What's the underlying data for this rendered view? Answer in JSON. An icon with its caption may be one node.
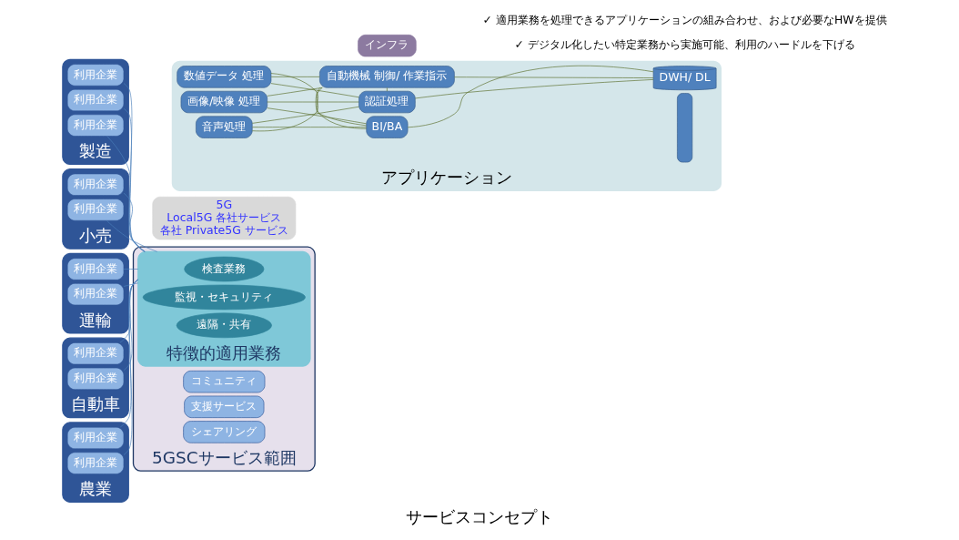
{
  "diagram": {
    "caption": "サービスコンセプト",
    "nodes": [
      {
        "text": [
          "製造"
        ]
      },
      {
        "text": [
          "利用企業"
        ],
        "in": 0
      },
      {
        "text": [
          "利用企業"
        ],
        "in": 0
      },
      {
        "text": [
          "利用企業"
        ],
        "in": 0
      },
      {
        "text": [
          "小売"
        ]
      },
      {
        "text": [
          "利用企業"
        ],
        "in": 4
      },
      {
        "text": [
          "利用企業"
        ],
        "in": 4
      },
      {
        "text": [
          "運輸"
        ]
      },
      {
        "text": [
          "利用企業"
        ],
        "in": 7
      },
      {
        "text": [
          "利用企業"
        ],
        "in": 7
      },
      {
        "text": [
          "自動車"
        ]
      },
      {
        "text": [
          "利用企業"
        ],
        "in": 10
      },
      {
        "text": [
          "利用企業"
        ],
        "in": 10
      },
      {
        "text": [
          "農業"
        ]
      },
      {
        "text": [
          "利用企業"
        ],
        "in": 13
      },
      {
        "text": [
          "利用企業"
        ],
        "in": 13
      },
      {
        "text": [
          "5GSCサービス範囲"
        ]
      },
      {
        "text": [
          "コミュニティ"
        ],
        "in": 16
      },
      {
        "text": [
          "支援サービス"
        ],
        "in": 16
      },
      {
        "text": [
          "シェアリング"
        ],
        "in": 16
      },
      {
        "text": [
          "特徴的適用業務"
        ],
        "in": 16
      },
      {
        "text": [
          "検査業務"
        ],
        "in": 20
      },
      {
        "text": [
          "監視・セキュリティ"
        ],
        "in": 20
      },
      {
        "text": [
          "遠隔・共有"
        ],
        "in": 20
      },
      {
        "text": [
          "5G",
          "Local5G 各社サービス",
          "各社 Private5G サービス"
        ]
      },
      {
        "text": [
          "アプリケーション"
        ]
      },
      {
        "text": [
          "画像/映像 処理"
        ],
        "in": 25
      },
      {
        "text": [
          "音声処理"
        ],
        "in": 25
      },
      {
        "text": [
          "数値データ 処理"
        ],
        "in": 25
      },
      {
        "text": [
          "認証処理"
        ],
        "in": 25
      },
      {
        "text": [
          "自動機械 制御/ 作業指示"
        ],
        "in": 25
      },
      {
        "text": [
          "BI/BA"
        ],
        "in": 25
      },
      {
        "text": [
          "DWH/ DL"
        ],
        "in": 25
      },
      {
        "text": [],
        "shape": "bar",
        "in": 25
      },
      {
        "text": [
          "インフラ"
        ]
      }
    ],
    "edges": [
      {
        "from": 1,
        "to": 20,
        "arrow": "none",
        "color": "#4a7ebb"
      },
      {
        "from": 2,
        "to": 20,
        "arrow": "none",
        "color": "#4a7ebb"
      },
      {
        "from": 3,
        "to": 20,
        "arrow": "none",
        "color": "#4a7ebb"
      },
      {
        "from": 5,
        "to": 20,
        "arrow": "none",
        "color": "#4a7ebb"
      },
      {
        "from": 6,
        "to": 20,
        "arrow": "none",
        "color": "#4a7ebb"
      },
      {
        "from": 8,
        "to": 20,
        "arrow": "none",
        "color": "#4a7ebb"
      },
      {
        "from": 9,
        "to": 20,
        "arrow": "none",
        "color": "#4a7ebb"
      },
      {
        "from": 11,
        "to": 20,
        "arrow": "none",
        "color": "#4a7ebb"
      },
      {
        "from": 12,
        "to": 20,
        "arrow": "none",
        "color": "#4a7ebb"
      },
      {
        "from": 14,
        "to": 20,
        "arrow": "none",
        "color": "#4a7ebb"
      },
      {
        "from": 15,
        "to": 20,
        "arrow": "none",
        "color": "#4a7ebb"
      },
      {
        "from": 26,
        "to": 29,
        "arrow": "none"
      },
      {
        "from": 26,
        "to": 30,
        "arrow": "none"
      },
      {
        "from": 26,
        "to": 31,
        "arrow": "none"
      },
      {
        "from": 27,
        "to": 29,
        "arrow": "none"
      },
      {
        "from": 27,
        "to": 30,
        "arrow": "none"
      },
      {
        "from": 27,
        "to": 31,
        "arrow": "none"
      },
      {
        "from": 28,
        "to": 29,
        "arrow": "none"
      },
      {
        "from": 28,
        "to": 30,
        "arrow": "none"
      },
      {
        "from": 28,
        "to": 31,
        "arrow": "none"
      },
      {
        "from": 29,
        "to": 30,
        "arrow": "none"
      },
      {
        "from": 30,
        "to": 31,
        "arrow": "none"
      },
      {
        "from": 29,
        "to": 32,
        "arrow": "none"
      },
      {
        "from": 30,
        "to": 32,
        "arrow": "none"
      },
      {
        "from": 31,
        "to": 32,
        "arrow": "none"
      }
    ],
    "labels": [
      "✓ デジタル化したい特定業務から実施可能、利用のハードルを下げる",
      "✓ 適用業務を処理できるアプリケーションの組み合わせ、および必要なHWを提供"
    ]
  }
}
